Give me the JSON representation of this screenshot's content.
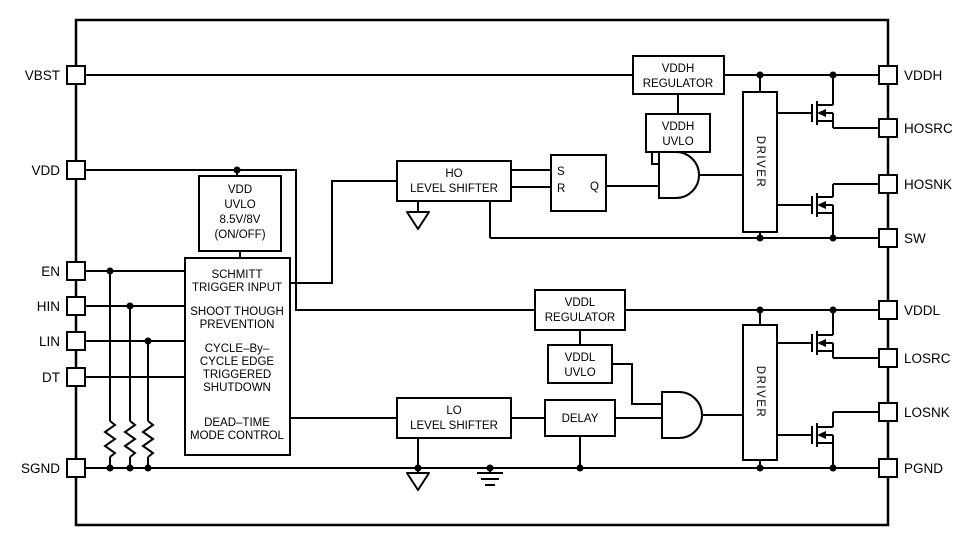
{
  "pins": {
    "left": [
      {
        "name": "VBST"
      },
      {
        "name": "VDD"
      },
      {
        "name": "EN"
      },
      {
        "name": "HIN"
      },
      {
        "name": "LIN"
      },
      {
        "name": "DT"
      },
      {
        "name": "SGND"
      }
    ],
    "right": [
      {
        "name": "VDDH"
      },
      {
        "name": "HOSRC"
      },
      {
        "name": "HOSNK"
      },
      {
        "name": "SW"
      },
      {
        "name": "VDDL"
      },
      {
        "name": "LOSRC"
      },
      {
        "name": "LOSNK"
      },
      {
        "name": "PGND"
      }
    ]
  },
  "blocks": {
    "vddh_regulator": {
      "line1": "VDDH",
      "line2": "REGULATOR"
    },
    "vddh_uvlo": {
      "line1": "VDDH",
      "line2": "UVLO"
    },
    "driver_high": {
      "label": "DRIVER"
    },
    "ho_level_shifter": {
      "line1": "HO",
      "line2": "LEVEL SHIFTER"
    },
    "sr_latch": {
      "s": "S",
      "r": "R",
      "q": "Q"
    },
    "vdd_uvlo": {
      "line1": "VDD",
      "line2": "UVLO",
      "line3": "8.5V/8V",
      "line4": "(ON/OFF)"
    },
    "control_logic": {
      "line1": "SCHMITT",
      "line2": "TRIGGER INPUT",
      "line3": "SHOOT THOUGH",
      "line4": "PREVENTION",
      "line5": "CYCLE–By–",
      "line6": "CYCLE EDGE",
      "line7": "TRIGGERED",
      "line8": "SHUTDOWN",
      "line9": "DEAD–TIME",
      "line10": "MODE CONTROL"
    },
    "vddl_regulator": {
      "line1": "VDDL",
      "line2": "REGULATOR"
    },
    "vddl_uvlo": {
      "line1": "VDDL",
      "line2": "UVLO"
    },
    "delay": {
      "label": "DELAY"
    },
    "lo_level_shifter": {
      "line1": "LO",
      "line2": "LEVEL SHIFTER"
    },
    "driver_low": {
      "label": "DRIVER"
    }
  },
  "colors": {
    "line": "#000000",
    "background": "#ffffff"
  }
}
